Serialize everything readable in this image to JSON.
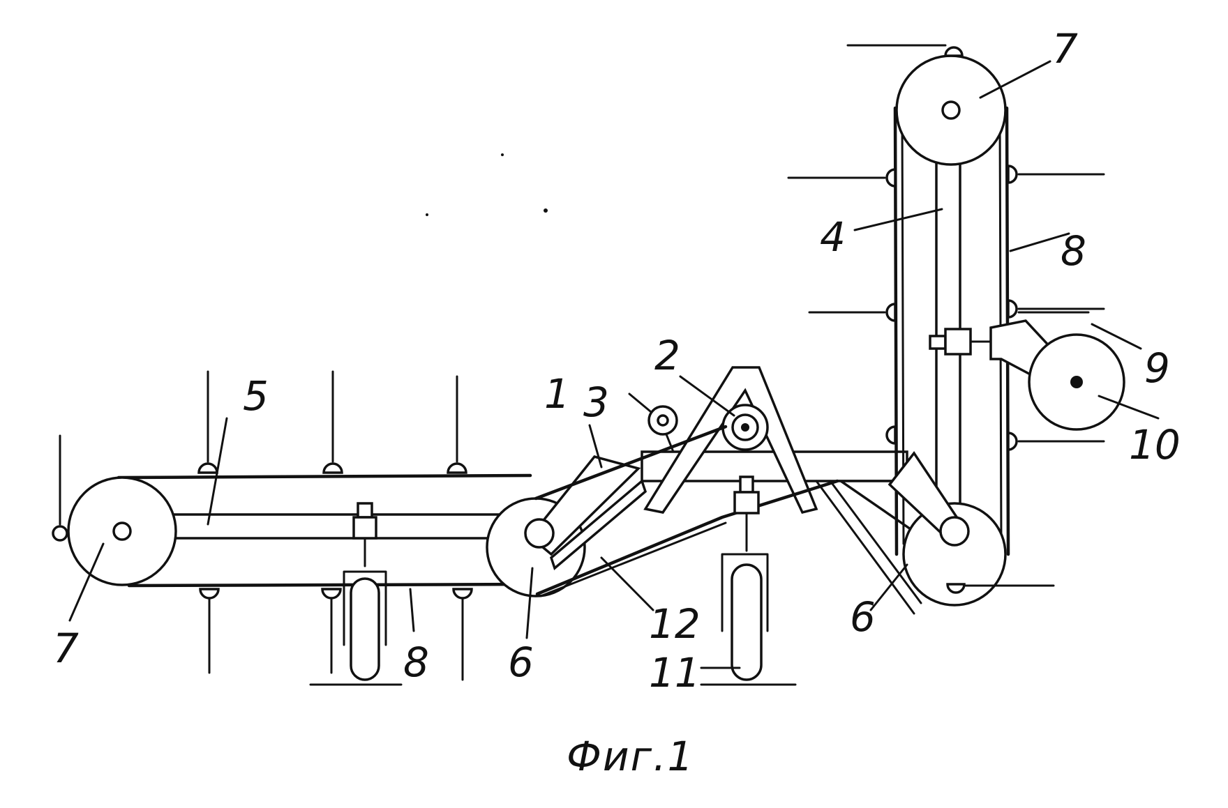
{
  "labels": {
    "l1": "1",
    "l2": "2",
    "l3": "3",
    "l4": "4",
    "l5": "5",
    "l6a": "6",
    "l6b": "6",
    "l7a": "7",
    "l7b": "7",
    "l8a": "8",
    "l8b": "8",
    "l9": "9",
    "l10": "10",
    "l11": "11",
    "l12": "12"
  },
  "caption": "Фиг.1"
}
